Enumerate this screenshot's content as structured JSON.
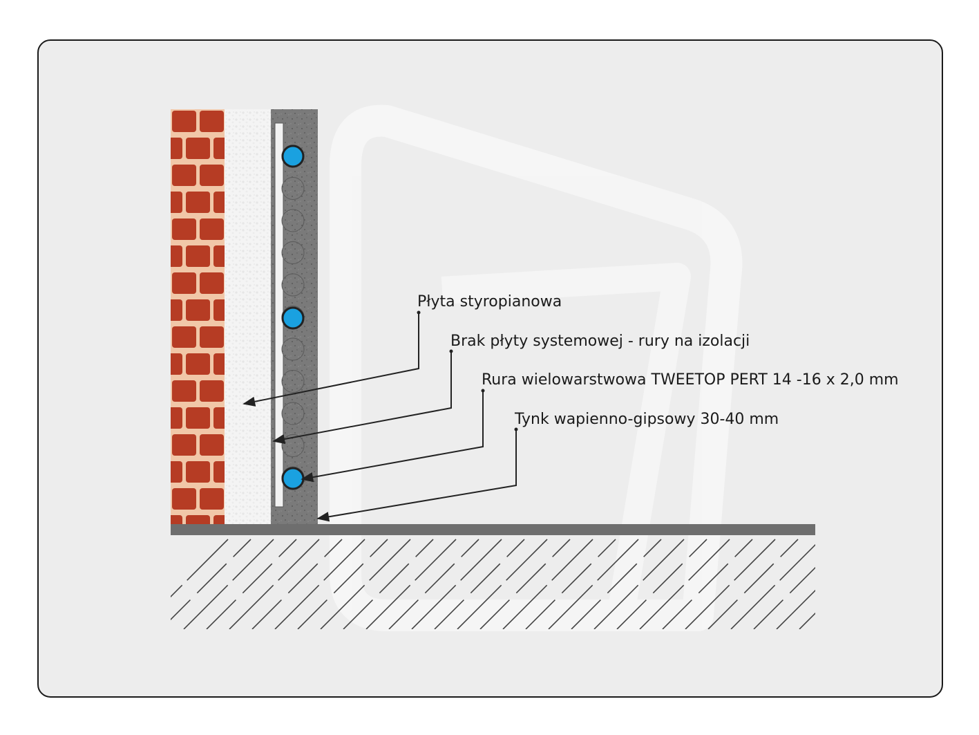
{
  "labels": {
    "eps_board": "Płyta styropianowa",
    "no_system_board": "Brak płyty systemowej - rury na izolacji",
    "pipe": "Rura wielowarstwowa TWEETOP PERT 14 -16 x 2,0 mm",
    "plaster": "Tynk wapienno-gipsowy 30-40 mm"
  },
  "colors": {
    "background": "#ededed",
    "frame": "#1a1a1a",
    "brick": "#b63c24",
    "mortar": "#f1c7a8",
    "eps": "#f3f3f3",
    "plaster": "#747474",
    "pipe": "#1aa1e0",
    "floor_line": "#6e6e6e",
    "hatch": "#444444",
    "leader": "#222222"
  },
  "pipes_with_fluid_count": 3
}
